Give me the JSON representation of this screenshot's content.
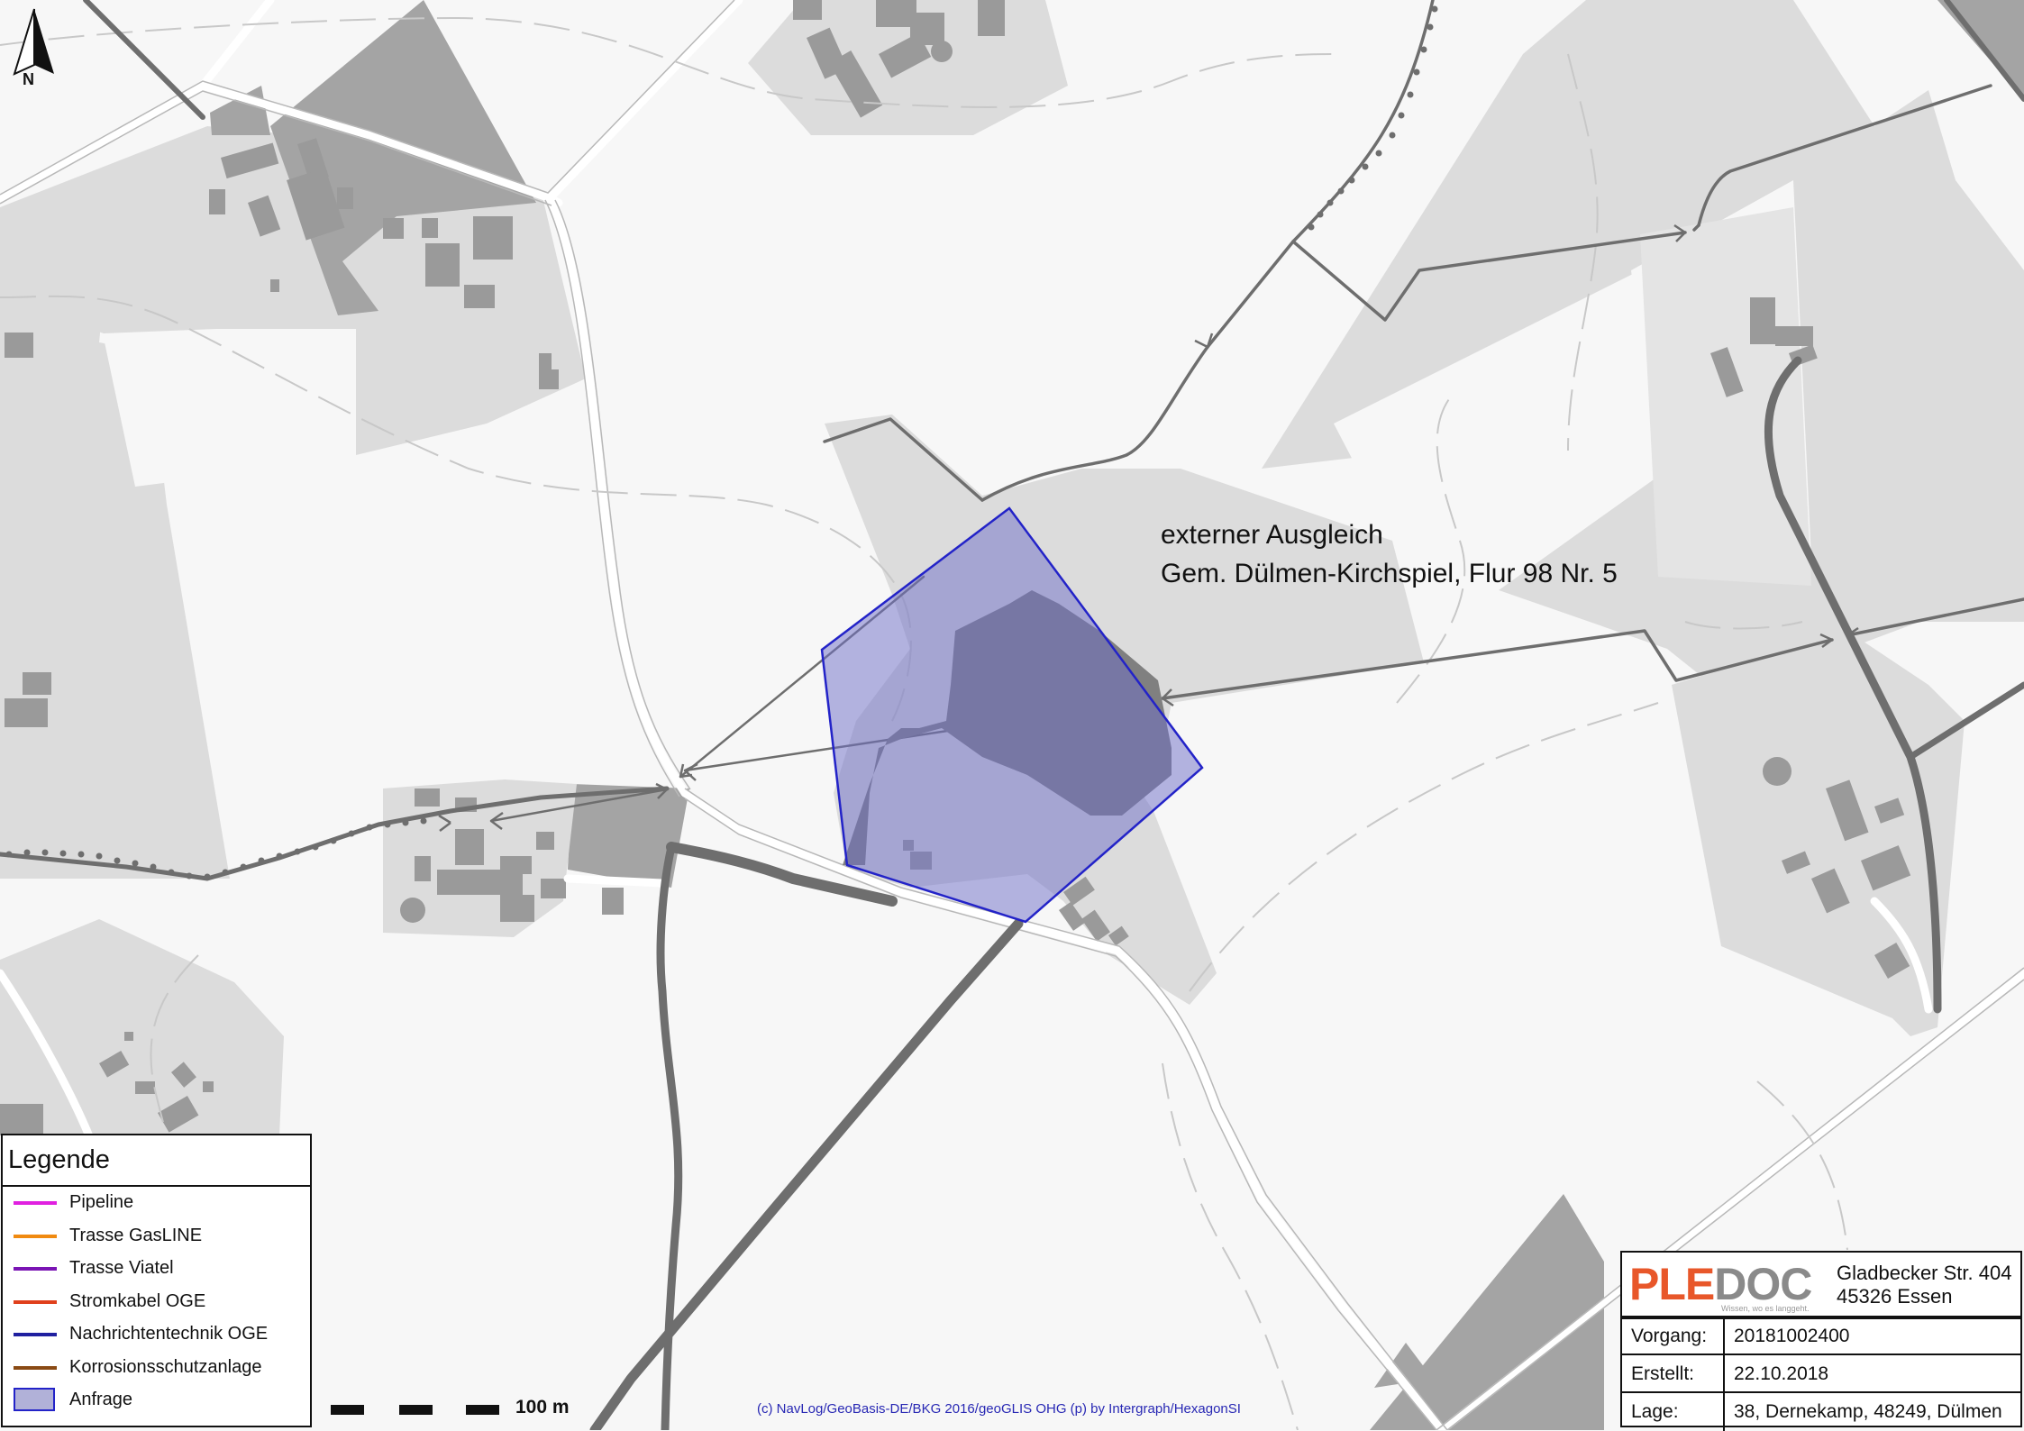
{
  "annotation": {
    "line1": "externer Ausgleich",
    "line2": "Gem. Dülmen-Kirchspiel, Flur 98 Nr. 5"
  },
  "north_arrow": {
    "label": "N"
  },
  "legend": {
    "title": "Legende",
    "items": [
      {
        "label": "Pipeline",
        "color": "#e020e0",
        "kind": "line"
      },
      {
        "label": "Trasse GasLINE",
        "color": "#f08a10",
        "kind": "line"
      },
      {
        "label": "Trasse Viatel",
        "color": "#7a14b4",
        "kind": "line"
      },
      {
        "label": "Stromkabel OGE",
        "color": "#e0401c",
        "kind": "line"
      },
      {
        "label": "Nachrichtentechnik OGE",
        "color": "#2020a0",
        "kind": "line"
      },
      {
        "label": "Korrosionsschutzanlage",
        "color": "#8a4a14",
        "kind": "line"
      },
      {
        "label": "Anfrage",
        "color": "#2323c8",
        "kind": "area"
      }
    ]
  },
  "scale": {
    "label": "100 m"
  },
  "copyright": "(c) NavLog/GeoBasis-DE/BKG 2016/geoGLIS OHG (p) by Intergraph/HexagonSI",
  "title_block": {
    "logo_left": "PLE",
    "logo_right": "DOC",
    "tagline": "Wissen, wo es langgeht.",
    "address_line1": "Gladbecker Str. 404",
    "address_line2": "45326 Essen",
    "rows": [
      {
        "key": "Vorgang:",
        "value": "20181002400"
      },
      {
        "key": "Erstellt:",
        "value": "22.10.2018"
      },
      {
        "key": "Lage:",
        "value": "38, Dernekamp, 48249, Dülmen"
      }
    ]
  },
  "colors": {
    "background": "#f7f7f7",
    "area_light": "#dcdcdc",
    "area_dark": "#a4a4a4",
    "building": "#9a9a9a",
    "road": "#6e6e6e",
    "query_fill": "#6e6ec8",
    "query_stroke": "#2323c8",
    "brand_orange": "#e8572a",
    "brand_gray": "#8a8a8a"
  }
}
